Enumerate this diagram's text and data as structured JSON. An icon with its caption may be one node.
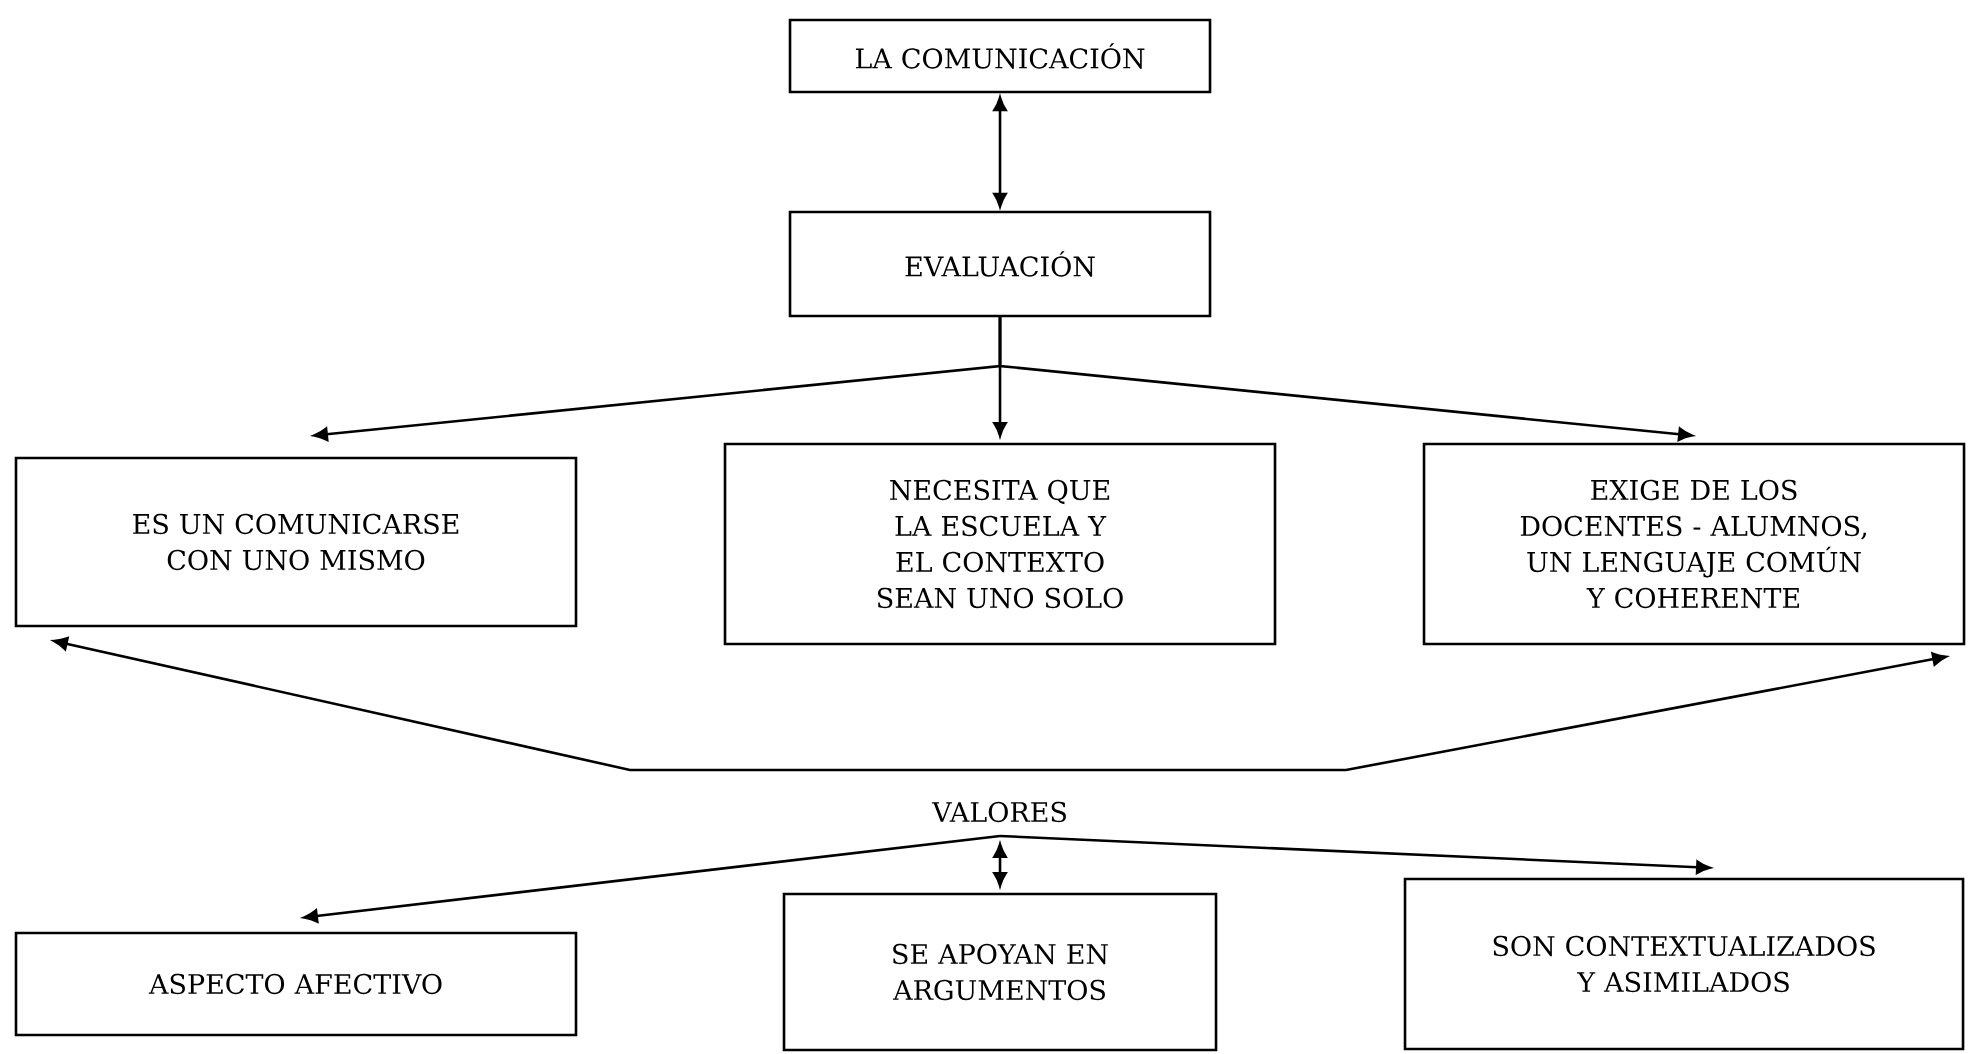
{
  "diagram": {
    "nodes": [
      {
        "text": [
          "LA COMUNICACIÓN"
        ]
      },
      {
        "text": [
          "EVALUACIÓN"
        ]
      },
      {
        "text": [
          "ES UN COMUNICARSE CON UNO MISMO"
        ]
      },
      {
        "text": [
          "NECESITA QUE LA ESCUELA Y EL CONTEXTO SEAN UNO SOLO"
        ]
      },
      {
        "text": [
          "EXIGE DE LOS DOCENTES - ALUMNOS, UN LENGUAJE COMÚN Y COHERENTE"
        ]
      },
      {
        "text": [
          "VALORES"
        ]
      },
      {
        "text": [
          "ASPECTO AFECTIVO"
        ]
      },
      {
        "text": [
          "SE APOYAN EN ARGUMENTOS"
        ]
      },
      {
        "text": [
          "SON CONTEXTUALIZADOS Y ASIMILADOS"
        ]
      }
    ],
    "edges": [
      {
        "from": 0,
        "to": 1,
        "arrow": "both"
      },
      {
        "from": 1,
        "to": 2,
        "arrow": "to"
      },
      {
        "from": 1,
        "to": 3,
        "arrow": "to"
      },
      {
        "from": 1,
        "to": 4,
        "arrow": "to"
      },
      {
        "from": 2,
        "to": 4,
        "arrow": "both"
      },
      {
        "from": 5,
        "to": 6,
        "arrow": "to"
      },
      {
        "from": 5,
        "to": 7,
        "arrow": "both"
      },
      {
        "from": 5,
        "to": 8,
        "arrow": "to"
      }
    ]
  }
}
